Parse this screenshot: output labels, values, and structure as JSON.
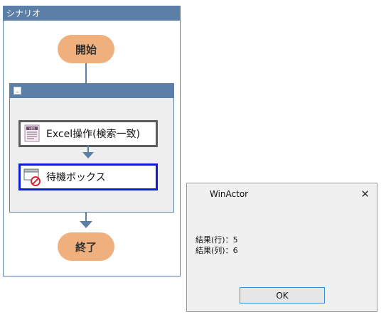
{
  "scenario": {
    "title": "シナリオ",
    "start_label": "開始",
    "end_label": "終了",
    "group": {
      "toggle": "_",
      "nodes": [
        {
          "label": "Excel操作(検索一致)",
          "icon": "vbs-script-icon"
        },
        {
          "label": "待機ボックス",
          "icon": "wait-box-icon"
        }
      ]
    }
  },
  "dialog": {
    "title": "WinActor",
    "close": "✕",
    "lines": [
      "結果(行)：5",
      "結果(列)：6"
    ],
    "ok_label": "OK"
  },
  "colors": {
    "header": "#5b7fa6",
    "pill": "#f0b07e",
    "selected_border": "#0a1fd6"
  }
}
